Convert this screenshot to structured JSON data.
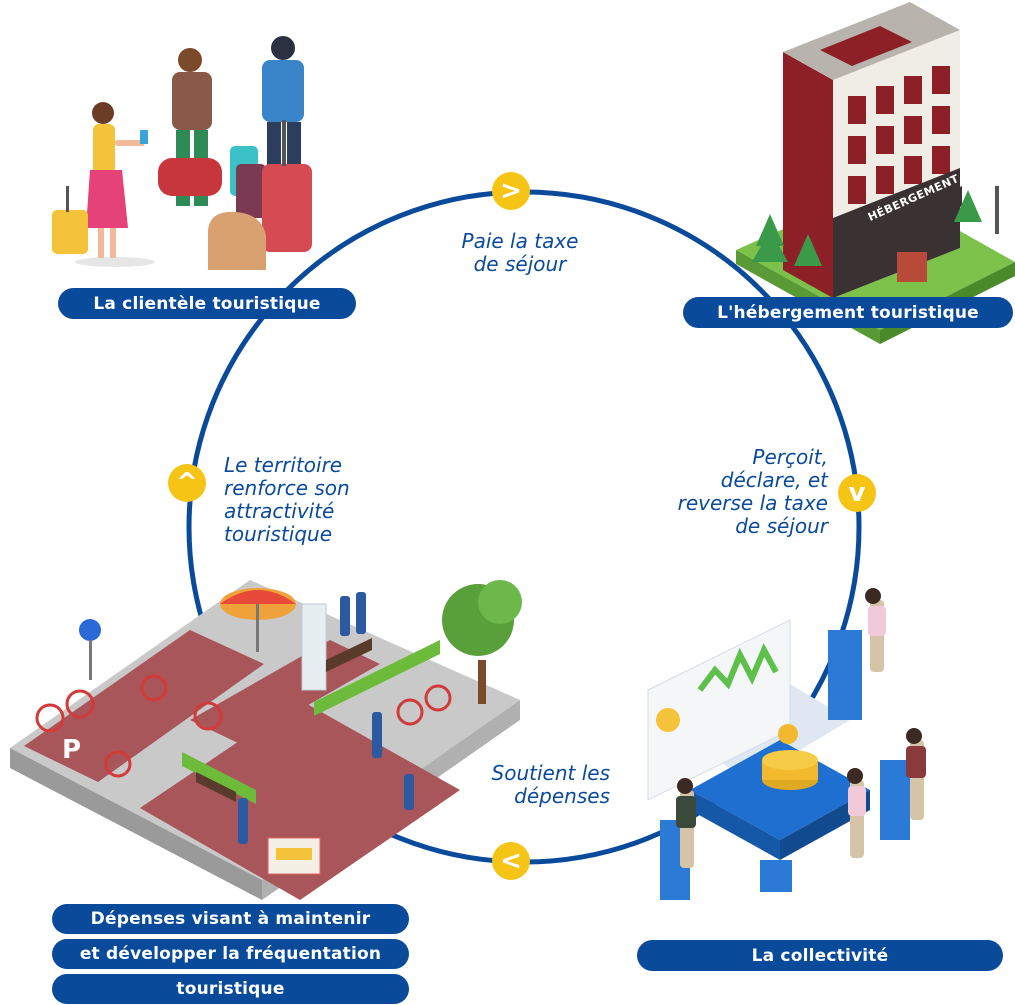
{
  "nodes": {
    "tourists": {
      "label": "La clientèle touristique"
    },
    "accommodation": {
      "label": "L'hébergement touristique",
      "sign": "HÉBERGEMENT"
    },
    "community": {
      "label": "La collectivité"
    },
    "spending": {
      "label_lines": [
        "Dépenses visant à maintenir",
        "et développer la fréquentation",
        "touristique"
      ]
    }
  },
  "flows": {
    "pays_tax": {
      "lines": [
        "Paie la taxe",
        "de séjour"
      ],
      "arrow": ">"
    },
    "collects": {
      "lines": [
        "Perçoit,",
        "déclare, et",
        "reverse la taxe",
        "de séjour"
      ],
      "arrow": "v"
    },
    "supports": {
      "lines": [
        "Soutient les",
        "dépenses"
      ],
      "arrow": "<"
    },
    "attractiveness": {
      "lines": [
        "Le territoire",
        "renforce son",
        "attractivité",
        "touristique"
      ],
      "arrow": "^"
    }
  },
  "parking_sign": "P",
  "colors": {
    "circle": "#0a4a9a",
    "pill": "#0a4a9a",
    "badge": "#f6c415",
    "text": "#0a4a9a"
  }
}
